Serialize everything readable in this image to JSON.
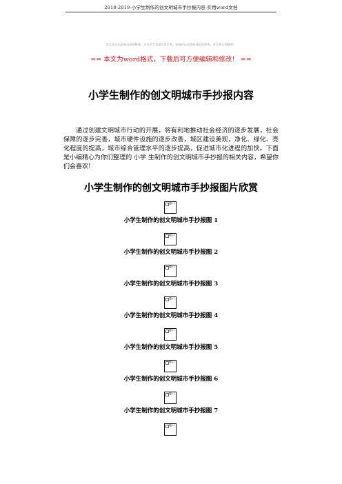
{
  "header": {
    "title": "2018-2019-小学生制作的创文明城市手抄报内容-实用word文档",
    "disclaimer": "本文部分内容来自网络整理，本司不为其真实性负责，如有异议或侵权请及时联系，本司将立即删除！",
    "notice": "== 本文为word格式，下载后可方便编辑和修改！ =="
  },
  "document": {
    "title": "小学生制作的创文明城市手抄报内容",
    "intro": "通过创建文明城市行动的开展，将有利地推动社会经济的逐步发展，社会保障的逐步完善，城市硬件设施的逐步改善，城区建设美观，净化、绿化、亮化程度的提高，城市综合管理水平的逐步提高，促进城市化进程的加快。下面是小编精心为你们整理的 小学 生制作的创文明城市手抄报的相关内容，希望你们会喜欢!",
    "section_heading": "小学生制作的创文明城市手抄报图片欣赏"
  },
  "gallery": {
    "thumb_alt": "图片1",
    "items": [
      {
        "caption": "小学生制作的创文明城市手抄报图 1"
      },
      {
        "caption": "小学生制作的创文明城市手抄报图 2"
      },
      {
        "caption": "小学生制作的创文明城市手抄报图 3"
      },
      {
        "caption": "小学生制作的创文明城市手抄报图 4"
      },
      {
        "caption": "小学生制作的创文明城市手抄报图 5"
      },
      {
        "caption": "小学生制作的创文明城市手抄报图 6"
      },
      {
        "caption": "小学生制作的创文明城市手抄报图 7"
      }
    ],
    "trailing_thumb": true
  }
}
